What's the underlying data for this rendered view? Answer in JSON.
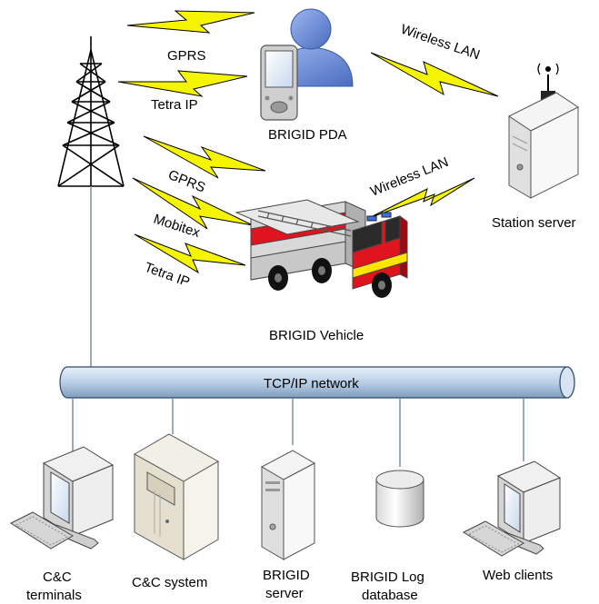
{
  "labels": {
    "gprs_top": "GPRS",
    "tetra_ip_top": "Tetra IP",
    "wireless_lan_top": "Wireless LAN",
    "pda": "BRIGID PDA",
    "station_server": "Station server",
    "gprs_mid": "GPRS",
    "mobitex": "Mobitex",
    "tetra_ip_mid": "Tetra IP",
    "wireless_lan_mid": "Wireless LAN",
    "vehicle": "BRIGID Vehicle",
    "network": "TCP/IP network",
    "cc_terminals_1": "C&C",
    "cc_terminals_2": "terminals",
    "cc_system": "C&C system",
    "brigid_server_1": "BRIGID",
    "brigid_server_2": "server",
    "log_db_1": "BRIGID Log",
    "log_db_2": "database",
    "web_clients": "Web clients"
  },
  "colors": {
    "lightning": "#f5f500",
    "network_pipe": "#b9cfe6",
    "truck_red": "#e0141e",
    "person_blue": "#6c8ed6"
  }
}
